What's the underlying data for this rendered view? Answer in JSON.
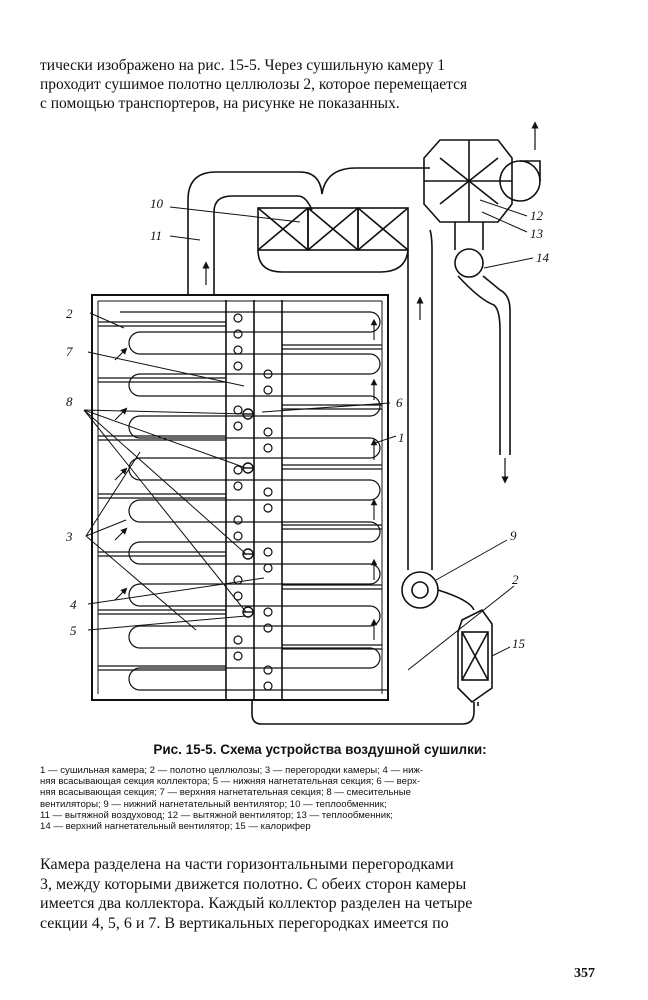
{
  "intro": {
    "lines": [
      "тически изображено на рис. 15-5. Через сушильную камеру 1",
      "проходит сушимое полотно целлюлозы 2, которое перемещается",
      "с помощью транспортеров, на рисунке не показанных."
    ]
  },
  "figure": {
    "labels": {
      "l1": "1",
      "l2a": "2",
      "l2b": "2",
      "l3": "3",
      "l4": "4",
      "l5": "5",
      "l6": "6",
      "l7": "7",
      "l8": "8",
      "l9": "9",
      "l10": "10",
      "l11": "11",
      "l12": "12",
      "l13": "13",
      "l14": "14",
      "l15": "15"
    }
  },
  "caption": {
    "title": "Рис. 15-5. Схема устройства воздушной сушилки:",
    "legend": [
      "1 — сушильная камера; 2 — полотно целлюлозы; 3 — перегородки камеры; 4 — ниж-",
      "няя всасывающая секция коллектора; 5 — нижняя нагнетательная секция; 6 — верх-",
      "няя всасывающая секция; 7 — верхняя нагнетательная секция; 8 — смесительные",
      "вентиляторы; 9 — нижний нагнетательный вентилятор; 10 — теплообменник;",
      "11 — вытяжной воздуховод; 12 — вытяжной вентилятор; 13 — теплообменник;",
      "14 — верхний нагнетательный вентилятор; 15 — калорифер"
    ]
  },
  "body": {
    "lines": [
      "Камера разделена на части горизонтальными перегородками",
      "3, между которыми движется полотно. С обеих сторон камеры",
      "имеется два коллектора. Каждый коллектор разделен на четыре",
      "секции 4, 5, 6 и 7. В вертикальных перегородках имеется по"
    ]
  },
  "page_number": "357"
}
